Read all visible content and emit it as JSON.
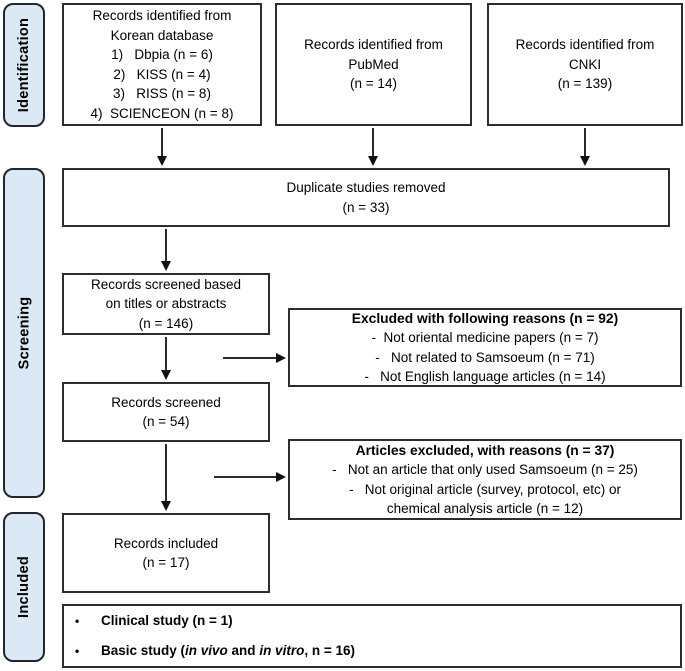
{
  "diagram": {
    "title": "PRISMA study selection flow diagram",
    "colors": {
      "sidebar_fill": "#dbe8f6",
      "box_border": "#2a2d31",
      "arrow": "#101010",
      "background": "#ffffff"
    },
    "sidebar": {
      "identification": "Identification",
      "screening": "Screening",
      "included": "Included"
    },
    "boxes": {
      "korean": {
        "lines": [
          "Records identified from",
          "Korean database",
          "1)   Dbpia (n = 6)",
          "2)   KISS (n = 4)",
          "3)   RISS (n = 8)",
          "4)  SCIENCEON (n = 8)"
        ]
      },
      "pubmed": {
        "lines": [
          "Records identified from",
          "PubMed",
          "(n = 14)"
        ]
      },
      "cnki": {
        "lines": [
          "Records identified from",
          "CNKI",
          "(n = 139)"
        ]
      },
      "duplicates": {
        "lines": [
          "Duplicate studies removed",
          "(n = 33)"
        ]
      },
      "screened_titles": {
        "lines": [
          "Records screened based",
          "on titles or abstracts",
          "(n = 146)"
        ]
      },
      "excluded1": {
        "title": "Excluded with following reasons (n = 92)",
        "items": [
          "-  Not oriental medicine papers (n = 7)",
          "-   Not related to Samsoeum (n = 71)",
          "-   Not English language articles (n = 14)"
        ]
      },
      "screened": {
        "lines": [
          "Records screened",
          "(n = 54)"
        ]
      },
      "excluded2": {
        "title": "Articles excluded, with reasons (n = 37)",
        "items": [
          "-   Not an article that only used Samsoeum (n = 25)",
          "-   Not original article (survey, protocol, etc) or",
          "chemical analysis article (n = 12)"
        ]
      },
      "included": {
        "lines": [
          "Records included",
          "(n = 17)"
        ]
      },
      "final": {
        "bullet_glyph": "•",
        "bullet1": "Clinical study (n = 1)",
        "bullet2": {
          "pre": "Basic study (",
          "it1": "in vivo",
          "mid": " and ",
          "it2": "in vitro",
          "post": ", n = 16)"
        }
      }
    }
  }
}
